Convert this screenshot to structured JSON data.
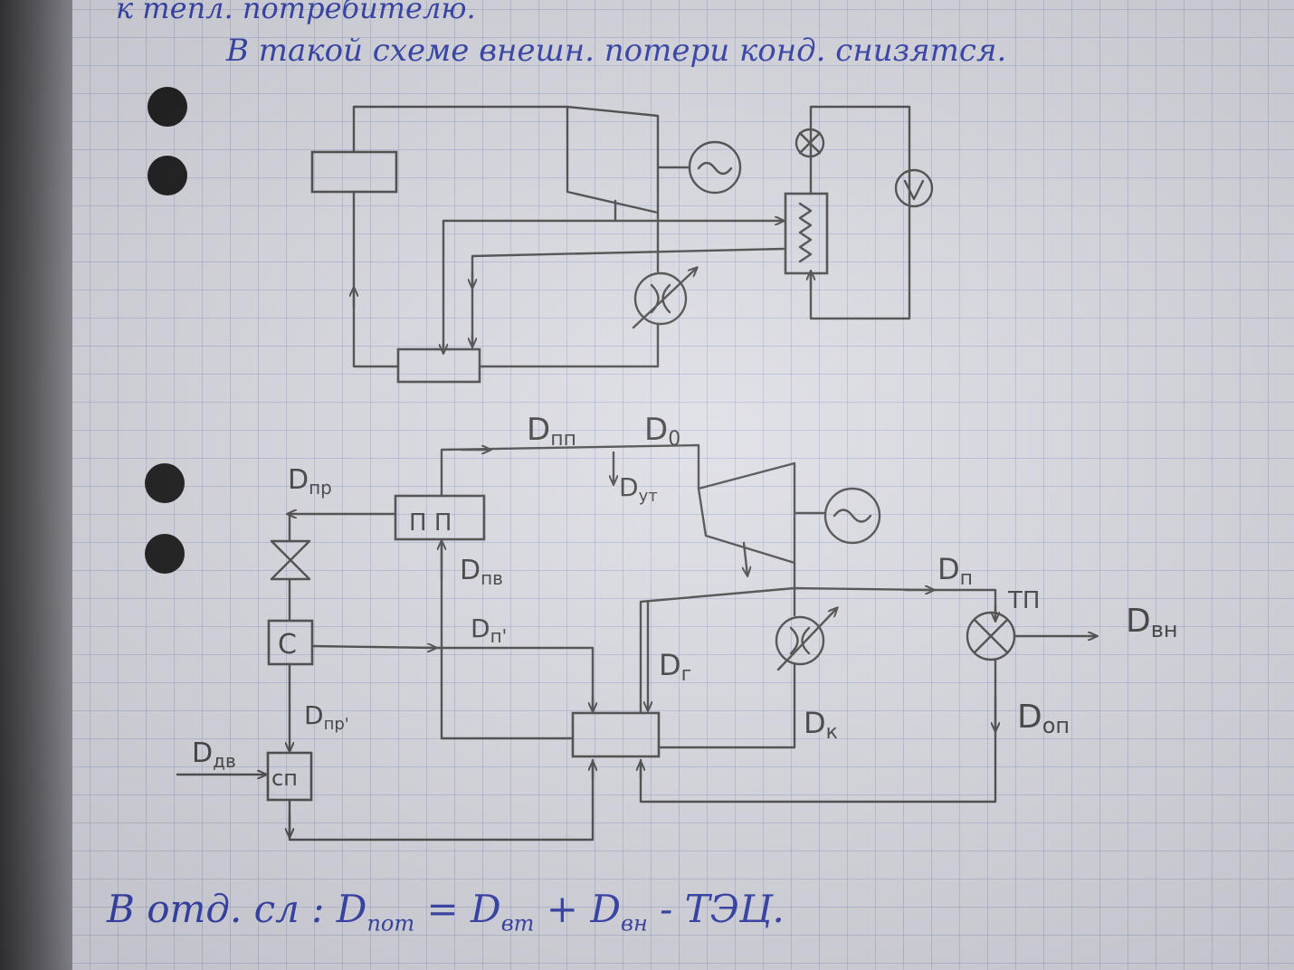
{
  "notes": {
    "top_line": "к тепл. потребителю.",
    "second_line": "В такой схеме внешн. потери конд. снизятся.",
    "bottom_line": "В отд. сл : D",
    "bottom_sub1": "пот",
    "bottom_eq": "= D",
    "bottom_sub2": "вт",
    "bottom_plus": "+ D",
    "bottom_sub3": "вн",
    "bottom_tail": "- ТЭЦ."
  },
  "diagram_labels": {
    "d_pp": "D",
    "d_pp_sub": "пп",
    "d_0": "D",
    "d_0_sub": "0",
    "d_ut": "D",
    "d_ut_sub": "ут",
    "d_pr": "D",
    "d_pr_sub": "пр",
    "pp_box": "П П",
    "d_pv": "D",
    "d_pv_sub": "пв",
    "d_p_prime": "D",
    "d_p_prime_sub": "п'",
    "s_box": "С",
    "d_pr_prime": "D",
    "d_pr_prime_sub": "пр'",
    "d_dv": "D",
    "d_dv_sub": "дв",
    "sp_box": "сп",
    "d_r": "D",
    "d_r_sub": "г",
    "d_k": "D",
    "d_k_sub": "к",
    "d_n": "D",
    "d_n_sub": "п",
    "tp": "ТП",
    "d_vn": "D",
    "d_vn_sub": "вн",
    "d_op": "D",
    "d_op_sub": "оп"
  }
}
